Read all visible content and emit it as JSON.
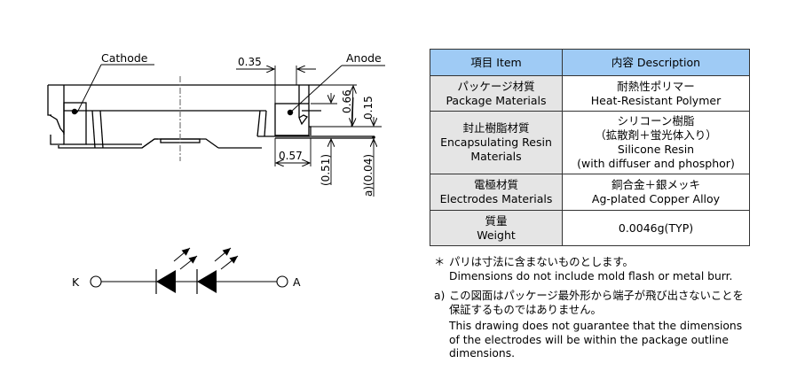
{
  "drawing": {
    "labels": {
      "cathode": "Cathode",
      "anode": "Anode"
    },
    "dimensions": {
      "d1": "0.35",
      "d2": "0.66",
      "d3": "0.15",
      "d4": "0.57",
      "d5": "(0.51)",
      "d6": "a)(0.04)"
    },
    "units": "mm"
  },
  "circuit": {
    "left_terminal": "K",
    "right_terminal": "A",
    "led_count": 2
  },
  "table": {
    "headers": [
      "項目 Item",
      "内容 Description"
    ],
    "rows": [
      {
        "item": [
          "パッケージ材質",
          "Package Materials"
        ],
        "description": [
          "耐熱性ポリマー",
          "Heat-Resistant Polymer"
        ]
      },
      {
        "item": [
          "封止樹脂材質",
          "Encapsulating Resin",
          "Materials"
        ],
        "description": [
          "シリコーン樹脂",
          "（拡散剤＋蛍光体入り）",
          "Silicone Resin",
          "(with diffuser and phosphor)"
        ]
      },
      {
        "item": [
          "電極材質",
          "Electrodes Materials"
        ],
        "description": [
          "銅合金＋銀メッキ",
          "Ag-plated Copper Alloy"
        ]
      },
      {
        "item": [
          "質量",
          "Weight"
        ],
        "description": [
          "0.0046g(TYP)"
        ]
      }
    ],
    "colors": {
      "header_bg": "#9fcbf5",
      "item_bg": "#e5e5e5"
    }
  },
  "notes": [
    {
      "mark": "＊",
      "lines": [
        "パリは寸法に含まないものとします。",
        "Dimensions do not include mold flash or metal burr."
      ]
    },
    {
      "mark": "a)",
      "lines": [
        "この図面はパッケージ最外形から端子が飛び出さないことを",
        "保証するものではありません。",
        "This drawing does not guarantee that the dimensions",
        "of the electrodes will be within the package outline",
        "dimensions."
      ]
    }
  ]
}
